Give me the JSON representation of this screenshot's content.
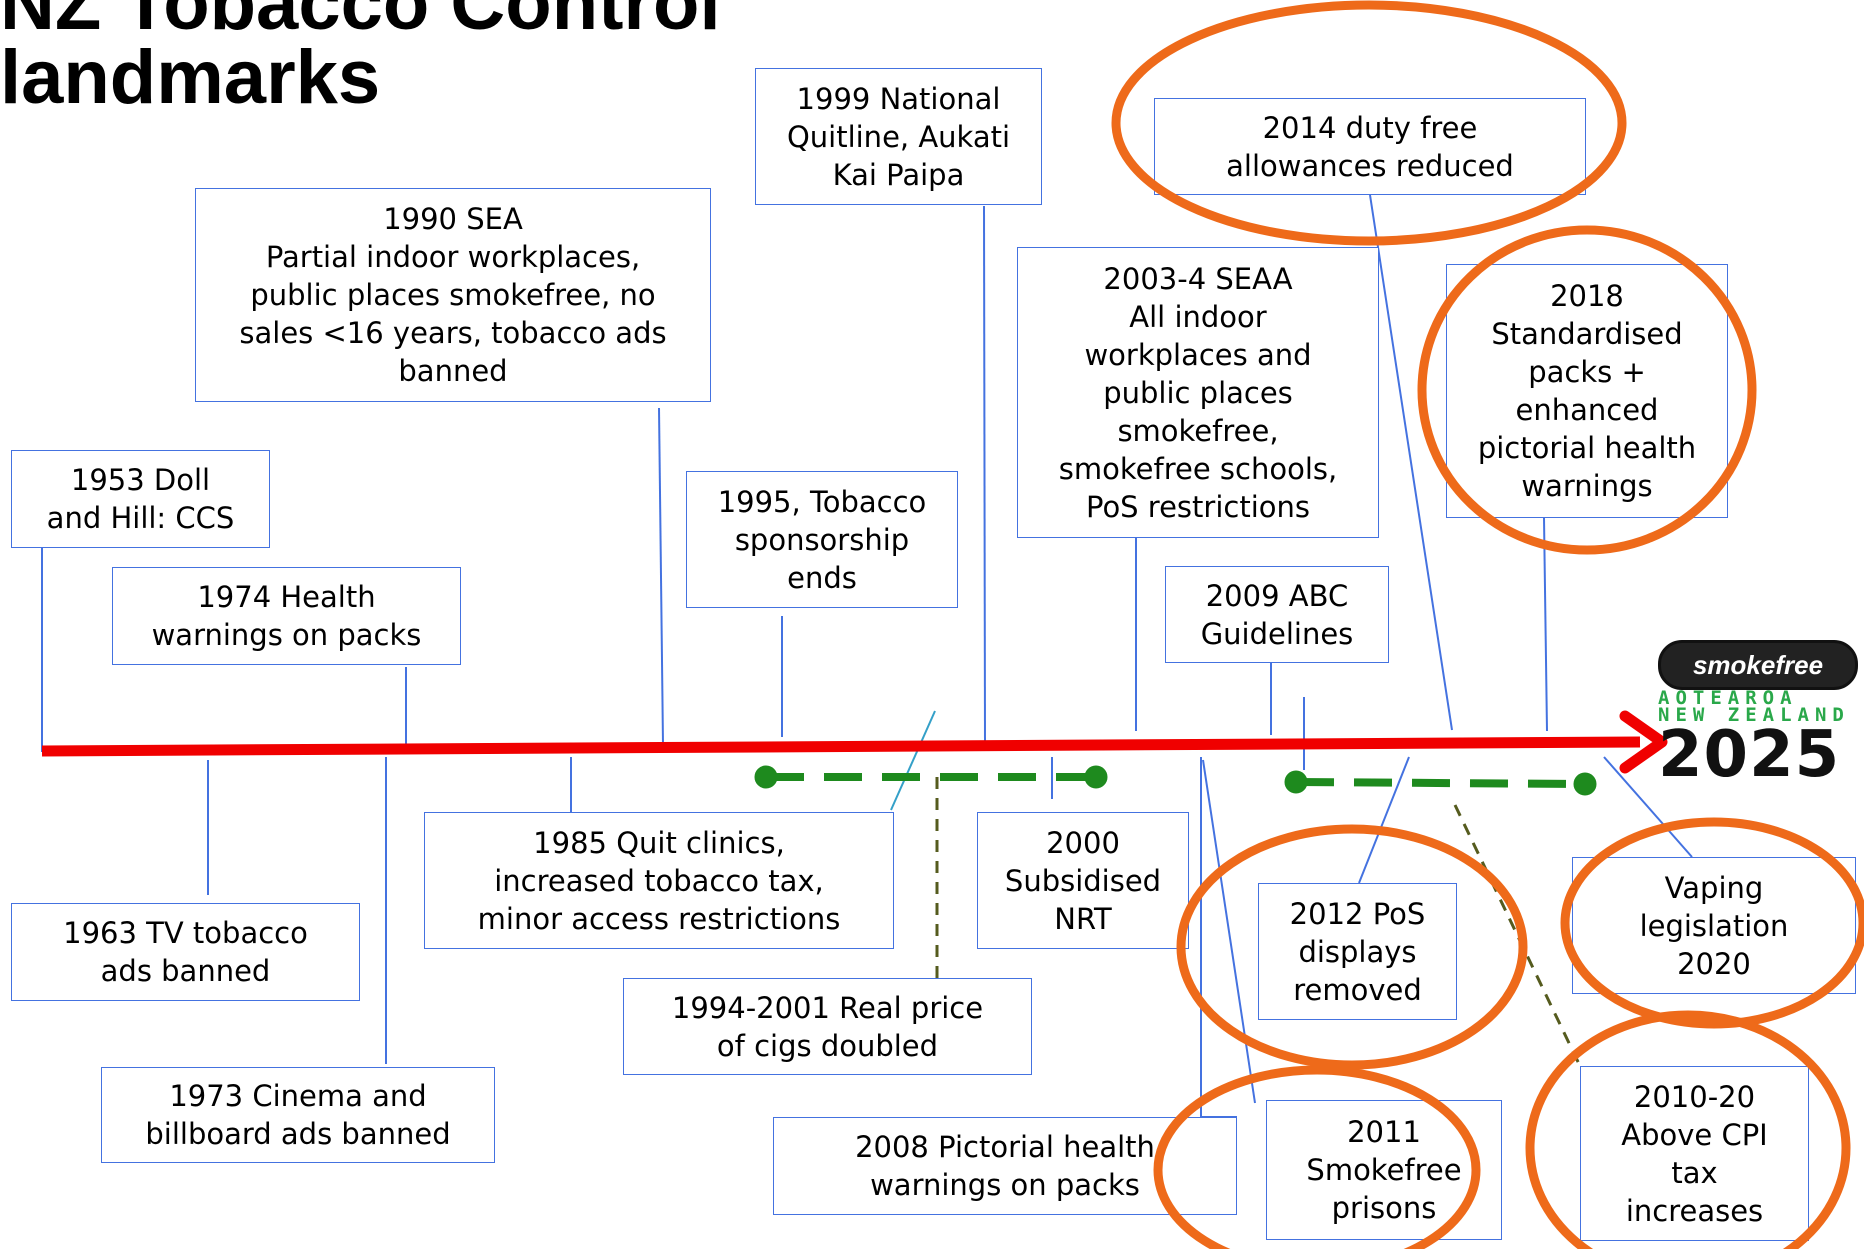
{
  "title": {
    "line1": "NZ Tobacco Control",
    "line2": "landmarks"
  },
  "events": {
    "e1953": "1953 Doll\nand Hill: CCS",
    "e1963": "1963 TV tobacco\nads banned",
    "e1973": "1973 Cinema and\nbillboard ads banned",
    "e1974": "1974 Health\nwarnings on packs",
    "e1985": "1985 Quit clinics,\nincreased tobacco tax,\nminor access restrictions",
    "e1990": "1990 SEA\nPartial indoor workplaces,\npublic places smokefree, no\nsales <16 years, tobacco ads\nbanned",
    "e1994": "1994-2001 Real price\nof cigs doubled",
    "e1995": "1995, Tobacco\nsponsorship\nends",
    "e1999": "1999 National\nQuitline, Aukati\nKai Paipa",
    "e2000": "2000\nSubsidised\nNRT",
    "e2003": "2003-4 SEAA\nAll indoor\nworkplaces and\npublic places\nsmokefree,\nsmokefree schools,\nPoS restrictions",
    "e2008": "2008 Pictorial health\nwarnings on packs",
    "e2009": "2009 ABC\nGuidelines",
    "e2010": "2010-20\nAbove CPI\ntax\nincreases",
    "e2011": "2011\nSmokefree\nprisons",
    "e2012": "2012 PoS\ndisplays\nremoved",
    "e2014": "2014 duty free\nallowances reduced",
    "e2018": "2018\nStandardised\npacks +\nenhanced\npictorial health\nwarnings",
    "e2020": "Vaping\nlegislation\n2020"
  },
  "logo": {
    "brand": "smokefree",
    "line1": "AOTEAROA",
    "line2": "NEW ZEALAND",
    "year": "2025"
  },
  "colors": {
    "timeline": "#f00000",
    "connector": "#4472e0",
    "price_dash": "#1e8a1e",
    "highlight": "#ee6a1a"
  }
}
